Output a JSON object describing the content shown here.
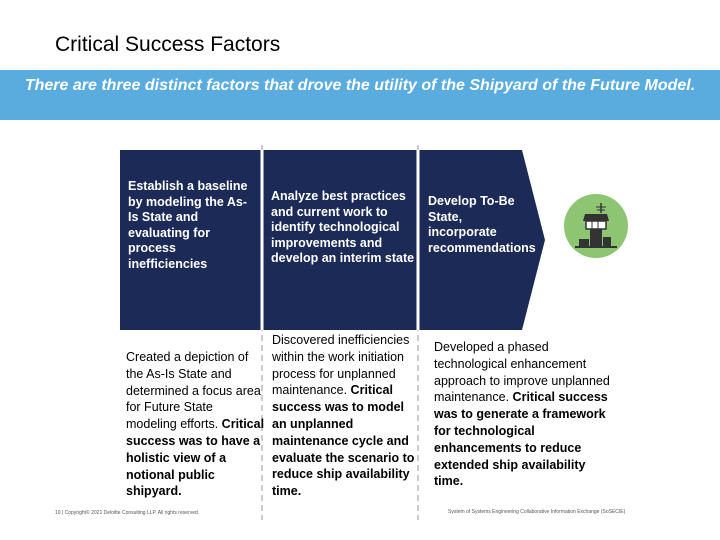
{
  "page_title": "Critical Success Factors",
  "banner": "There are three distinct factors that drove the utility of the Shipyard of the Future Model.",
  "steps": [
    {
      "text": "Establish a baseline by modeling the As-Is State and evaluating for process inefficiencies"
    },
    {
      "text": "Analyze best practices and current work to identify technological improvements and develop an interim state"
    },
    {
      "text": "Develop To-Be State, incorporate recommendations"
    }
  ],
  "descriptions": [
    {
      "text": "Created a depiction of the As-Is State and determined a focus area for Future State modeling efforts.",
      "bold": "Critical success was to have a holistic view of a notional public shipyard."
    },
    {
      "text": "Discovered inefficiencies within the work initiation process for unplanned maintenance.",
      "bold": "Critical success was to model an unplanned maintenance cycle and evaluate the scenario to reduce ship availability time."
    },
    {
      "text": "Developed a phased technological enhancement approach to improve unplanned maintenance.",
      "bold": "Critical success was to generate a framework for technological enhancements to reduce extended ship availability time."
    }
  ],
  "footer": {
    "left": "10 | Copyright© 2021 Deloitte Consulting LLP. All rights reserved.",
    "right": "System of Systems Engineering Collaborative Information Exchange (SoSECIE)"
  },
  "colors": {
    "navy": "#1b2a57",
    "banner": "#5aacde",
    "icon_bg": "#8dc572"
  },
  "icons": [
    "control-tower-icon"
  ]
}
